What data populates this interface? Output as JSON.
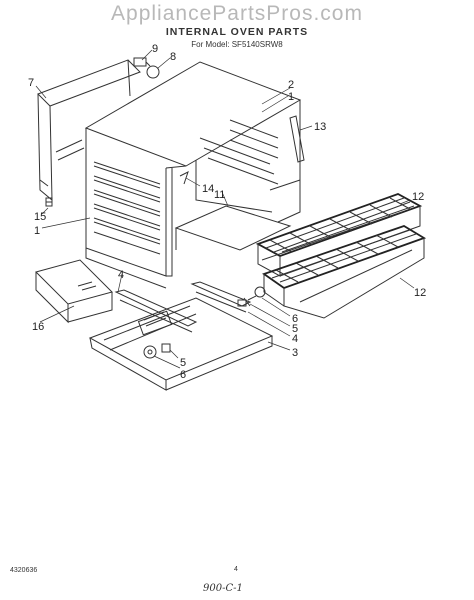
{
  "watermark": "AppliancePartsPros.com",
  "title": "INTERNAL OVEN PARTS",
  "model_line": "For Model: SF5140SRW8",
  "callouts": {
    "c7": "7",
    "c9": "9",
    "c8": "8",
    "c2": "2",
    "c1a": "1",
    "c13": "13",
    "c14": "14",
    "c11": "11",
    "c15": "15",
    "c1b": "1",
    "c12a": "12",
    "c12b": "12",
    "c4a": "4",
    "c16": "16",
    "c6a": "6",
    "c5a": "5",
    "c4b": "4",
    "c3": "3",
    "c5b": "5",
    "c6b": "6"
  },
  "footer": {
    "part_number": "4320636",
    "page_number": "4",
    "handwritten": "900-C-1"
  }
}
